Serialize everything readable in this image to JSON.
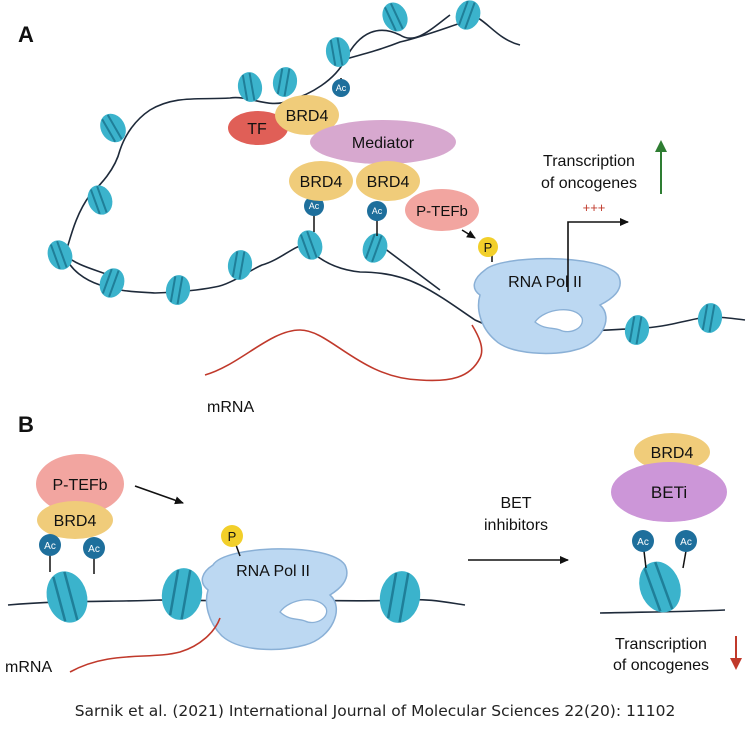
{
  "panel_a": {
    "label": "A",
    "tf": "TF",
    "brd4": "BRD4",
    "mediator": "Mediator",
    "ptefb": "P-TEFb",
    "p": "P",
    "ac": "Ac",
    "rnapol": "RNA Pol II",
    "transcription_line1": "Transcription",
    "transcription_line2": "of oncogenes",
    "plus": "+++",
    "mrna": "mRNA"
  },
  "panel_b": {
    "label": "B",
    "ptefb": "P-TEFb",
    "brd4": "BRD4",
    "ac": "Ac",
    "p": "P",
    "rnapol": "RNA Pol II",
    "bet_line1": "BET",
    "bet_line2": "inhibitors",
    "beti": "BETi",
    "transcription_line1": "Transcription",
    "transcription_line2": "of oncogenes",
    "mrna": "mRNA"
  },
  "caption": "Sarnik et al. (2021) International Journal of Molecular Sciences 22(20): 11102",
  "colors": {
    "nucleosome": "#3bb3cc",
    "nucleosome_dark": "#1f7f99",
    "brd4": "#f0cc7a",
    "tf": "#e05f57",
    "mediator": "#d7a8cf",
    "ptefb": "#f2a5a0",
    "phospho": "#f2cf2a",
    "acetyl": "#1e6f9c",
    "rna_pol": "#bcd8f2",
    "beti": "#cc96d8",
    "mrna": "#c0392b",
    "up_arrow": "#2e7d32",
    "down_arrow": "#c0392b"
  }
}
